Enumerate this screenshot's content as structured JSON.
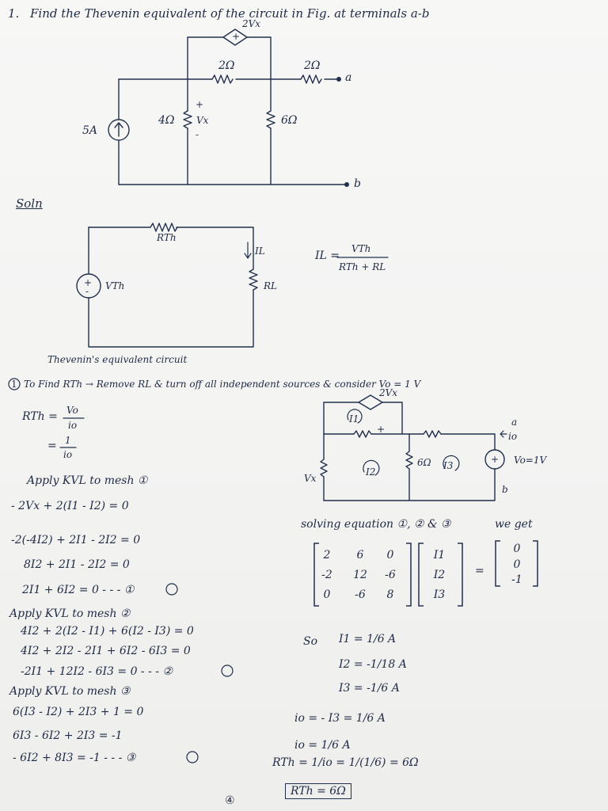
{
  "problem": {
    "number": "1.",
    "statement": "Find the Thevenin equivalent of the circuit in Fig. at terminals a-b"
  },
  "circuit1": {
    "dep_source": "2Vx",
    "dep_source_symbol": "+",
    "r_top": "2Ω",
    "r_series": "2Ω",
    "r_left": "4Ω",
    "vx": "Vx",
    "vx_plus": "+",
    "vx_minus": "-",
    "r_right": "6Ω",
    "current_source": "5A",
    "terminal_a": "a",
    "terminal_b": "b"
  },
  "soln_label": "Soln",
  "thevenin": {
    "r_th": "RTh",
    "v_th": "VTh",
    "i_l": "IL",
    "r_l": "RL",
    "plus": "+",
    "minus": "-",
    "caption": "Thevenin's equivalent circuit",
    "formula_lhs": "IL =",
    "formula_num": "VTh",
    "formula_den": "RTh + RL"
  },
  "step1": {
    "num": "1",
    "text": "To Find RTh → Remove RL & turn off all independent sources & consider Vo = 1 V"
  },
  "rth_def": {
    "line1_lhs": "RTh =",
    "line1_num": "Vo",
    "line1_den": "io",
    "line2_lhs": "=",
    "line2_num": "1",
    "line2_den": "io"
  },
  "circuit2": {
    "dep_source": "2Vx",
    "i1": "I1",
    "i2": "I2",
    "i3": "I3",
    "r6": "6Ω",
    "vx": "Vx",
    "plus": "+",
    "terminal_a": "a",
    "terminal_b": "b",
    "io": "io",
    "vo": "Vo=1V"
  },
  "mesh1": {
    "title": "Apply KVL to mesh ①",
    "lines": [
      "- 2Vx + 2(I1 - I2) = 0",
      "-2(-4I2) + 2I1 - 2I2 = 0",
      "8I2 + 2I1 - 2I2 = 0",
      "2I1 + 6I2 = 0  - - - ①"
    ]
  },
  "mesh2": {
    "title": "Apply KVL to mesh ②",
    "lines": [
      "4I2 + 2(I2 - I1) + 6(I2 - I3) = 0",
      "4I2 + 2I2 - 2I1 + 6I2 - 6I3 = 0",
      "-2I1 + 12I2 - 6I3 = 0  - - - ②"
    ]
  },
  "mesh3": {
    "title": "Apply KVL to mesh ③",
    "lines": [
      "6(I3 - I2) + 2I3 + 1 = 0",
      "6I3 - 6I2 + 2I3 = -1",
      "- 6I2 + 8I3 = -1  - - - ③"
    ]
  },
  "solving": {
    "text": "solving equation ①, ② & ③",
    "we_get": "we get",
    "matrix": [
      [
        "2",
        "6",
        "0"
      ],
      [
        "-2",
        "12",
        "-6"
      ],
      [
        "0",
        "-6",
        "8"
      ]
    ],
    "vars": [
      "I1",
      "I2",
      "I3"
    ],
    "rhs": [
      "0",
      "0",
      "-1"
    ],
    "equals": "="
  },
  "results": {
    "so": "So",
    "i1": "I1 = 1/6 A",
    "i2": "I2 = -1/18 A",
    "i3": "I3 = -1/6 A",
    "io_eq": "io = - I3 = 1/6 A",
    "io_val": "io = 1/6 A",
    "rth_calc": "RTh = 1/io = 1/(1/6) = 6Ω",
    "rth_final": "RTh = 6Ω",
    "footer_mark": "④"
  }
}
